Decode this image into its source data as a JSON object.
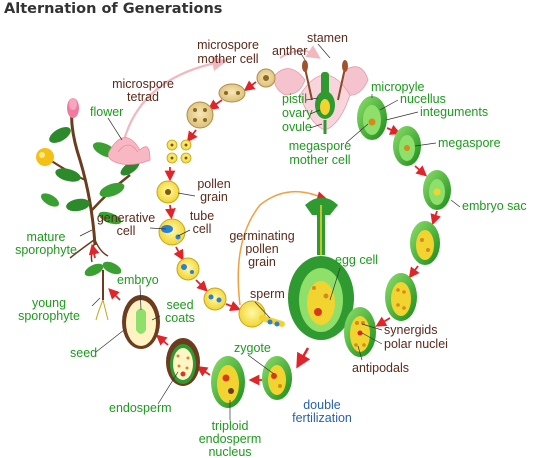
{
  "title": "Alternation of Generations",
  "labels": {
    "microspore_mother_cell_1": "microspore",
    "microspore_mother_cell_2": "mother cell",
    "stamen": "stamen",
    "anther": "anther",
    "microspore_tetrad_1": "microspore",
    "microspore_tetrad_2": "tetrad",
    "flower": "flower",
    "pistil": "pistil",
    "ovary": "ovary",
    "ovule": "ovule",
    "micropyle": "micropyle",
    "nucellus": "nucellus",
    "integuments": "integuments",
    "megaspore": "megaspore",
    "megaspore_mother_cell_1": "megaspore",
    "megaspore_mother_cell_2": "mother cell",
    "pollen_grain_1": "pollen",
    "pollen_grain_2": "grain",
    "generative_cell_1": "generative",
    "generative_cell_2": "cell",
    "tube_cell_1": "tube",
    "tube_cell_2": "cell",
    "embryo_sac": "embryo sac",
    "germinating_pollen_1": "germinating",
    "germinating_pollen_2": "pollen",
    "germinating_pollen_3": "grain",
    "mature_sporophyte_1": "mature",
    "mature_sporophyte_2": "sporophyte",
    "egg_cell": "egg cell",
    "embryo": "embryo",
    "young_sporophyte_1": "young",
    "young_sporophyte_2": "sporophyte",
    "seed_coats_1": "seed",
    "seed_coats_2": "coats",
    "sperm": "sperm",
    "synergids": "synergids",
    "polar_nuclei": "polar  nuclei",
    "seed": "seed",
    "zygote": "zygote",
    "antipodals": "antipodals",
    "endosperm": "endosperm",
    "double_fert_1": "double",
    "double_fert_2": "fertilization",
    "triploid_1": "triploid",
    "triploid_2": "endosperm",
    "triploid_3": "nucleus"
  },
  "colors": {
    "green_label": "#1d9a1d",
    "brown_label": "#5a2a1a",
    "blue_label": "#2a5fae",
    "arrow_red": "#e0242a",
    "pink_arrow": "#f2b8bf",
    "orange_tube": "#f0a040"
  }
}
